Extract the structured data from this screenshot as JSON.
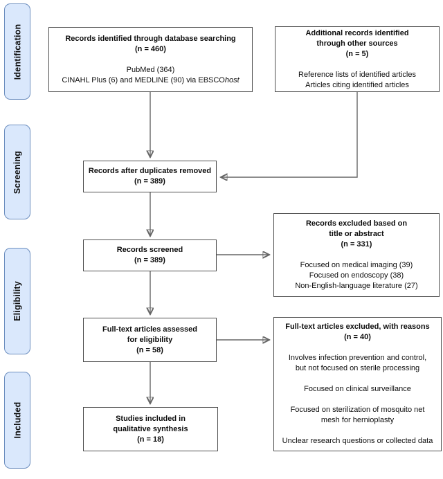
{
  "theme": {
    "stage_fill": "#dae8fc",
    "stage_border": "#6c8ebf",
    "box_border": "#4d4d4d",
    "arrow_color": "#666666",
    "text_color": "#0d0d0d",
    "background": "#ffffff"
  },
  "stages": [
    {
      "label": "Identification"
    },
    {
      "label": "Screening"
    },
    {
      "label": "Eligibility"
    },
    {
      "label": "Included"
    }
  ],
  "boxes": {
    "identified_db": {
      "title_lines": [
        "Records identified through database searching",
        "(n = 460)"
      ],
      "sources_line1": "PubMed (364)",
      "sources_line2_text": "CINAHL Plus (6) and MEDLINE (90) via EBSCO",
      "sources_line2_italic": "host"
    },
    "identified_other": {
      "title_lines": [
        "Additional records identified",
        "through other sources",
        "(n = 5)"
      ],
      "body_lines": [
        "Reference lists of identified articles",
        "Articles citing identified articles"
      ]
    },
    "duplicates_removed": {
      "title_lines": [
        "Records after duplicates removed",
        "(n = 389)"
      ]
    },
    "screened": {
      "title_lines": [
        "Records screened",
        "(n = 389)"
      ]
    },
    "excluded_screening": {
      "title_lines": [
        "Records excluded based on",
        "title or abstract",
        "(n = 331)"
      ],
      "body_lines": [
        "Focused on medical imaging (39)",
        "Focused on endoscopy (38)",
        "Non-English-language literature (27)"
      ]
    },
    "fulltext_assessed": {
      "title_lines": [
        "Full-text articles assessed",
        "for eligibility",
        "(n = 58)"
      ]
    },
    "fulltext_excluded": {
      "title_lines": [
        "Full-text articles excluded, with reasons",
        "(n = 40)"
      ],
      "body_lines": [
        "Involves infection prevention and control,",
        "but not focused on sterile processing",
        "",
        "Focused on clinical surveillance",
        "",
        "Focused on sterilization of mosquito net",
        "mesh for hernioplasty",
        "",
        "Unclear research questions or collected data"
      ]
    },
    "included": {
      "title_lines": [
        "Studies included in",
        "qualitative synthesis",
        "(n = 18)"
      ]
    }
  }
}
